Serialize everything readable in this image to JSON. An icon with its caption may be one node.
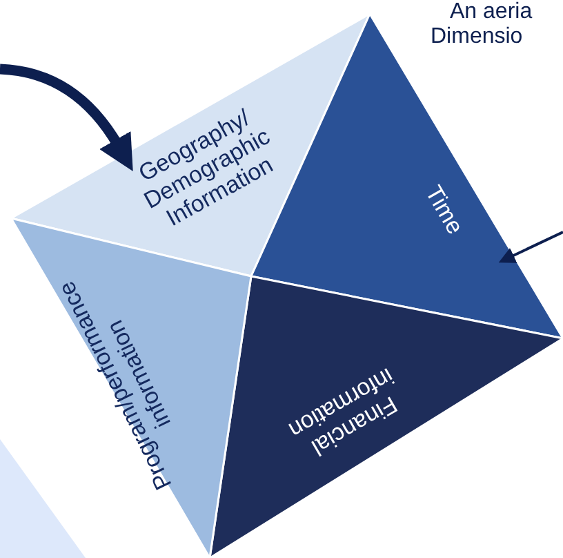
{
  "diagram": {
    "nodes": [
      {
        "text": [
          "Geography/ Demographic Information"
        ]
      },
      {
        "text": [
          "Time"
        ]
      },
      {
        "text": [
          "Financial information"
        ]
      },
      {
        "text": [
          "Program/performance information"
        ]
      }
    ],
    "edges": [
      {
        "from": null,
        "to": 0,
        "arrow": "to",
        "style": "thick"
      },
      {
        "from": null,
        "to": 1,
        "arrow": "to"
      }
    ],
    "labels": [
      "An aeria",
      "Dimensio"
    ]
  }
}
